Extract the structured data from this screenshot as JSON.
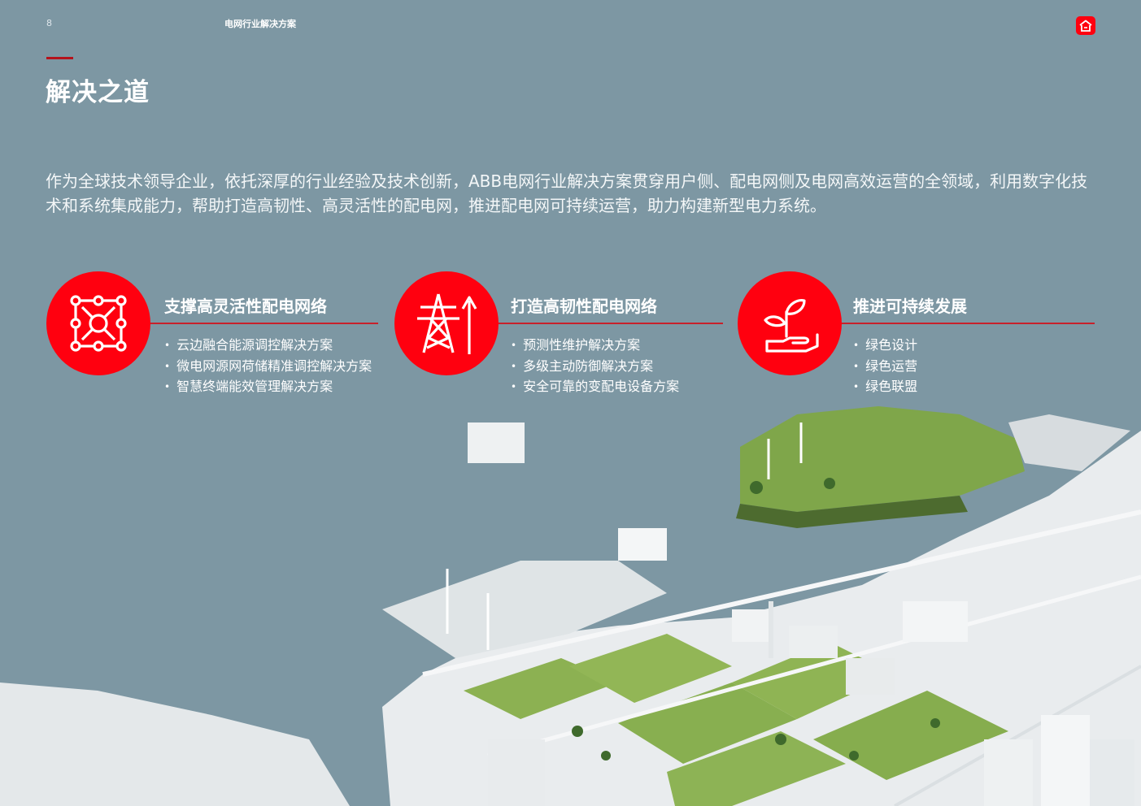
{
  "header": {
    "page_number": "8",
    "title": "电网行业解决方案",
    "home_icon": "home-icon",
    "accent_color": "#ff000f"
  },
  "section": {
    "title": "解决之道",
    "intro": "作为全球技术领导企业，依托深厚的行业经验及技术创新，ABB电网行业解决方案贯穿用户侧、配电网侧及电网高效运营的全领域，利用数字化技术和系统集成能力，帮助打造高韧性、高灵活性的配电网，推进配电网可持续运营，助力构建新型电力系统。"
  },
  "pillars": [
    {
      "icon": "network-nodes-icon",
      "heading": "支撑高灵活性配电网络",
      "items": [
        "云边融合能源调控解决方案",
        "微电网源网荷储精准调控解决方案",
        "智慧终端能效管理解决方案"
      ]
    },
    {
      "icon": "transmission-tower-icon",
      "heading": "打造高韧性配电网络",
      "items": [
        "预测性维护解决方案",
        "多级主动防御解决方案",
        "安全可靠的变配电设备方案"
      ]
    },
    {
      "icon": "plant-in-hand-icon",
      "heading": "推进可持续发展",
      "items": [
        "绿色设计",
        "绿色运营",
        "绿色联盟"
      ]
    }
  ]
}
